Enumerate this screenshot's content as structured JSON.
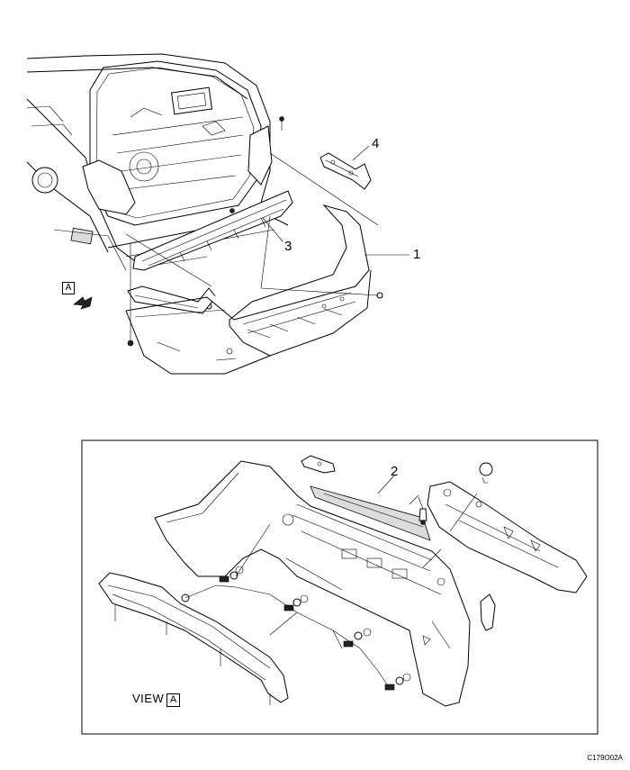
{
  "callouts": {
    "c1": "1",
    "c2": "2",
    "c3": "3",
    "c4": "4"
  },
  "view_arrow_letter": "A",
  "view_caption": {
    "text": "VIEW",
    "box_letter": "A"
  },
  "figure_code": "C179O02A"
}
